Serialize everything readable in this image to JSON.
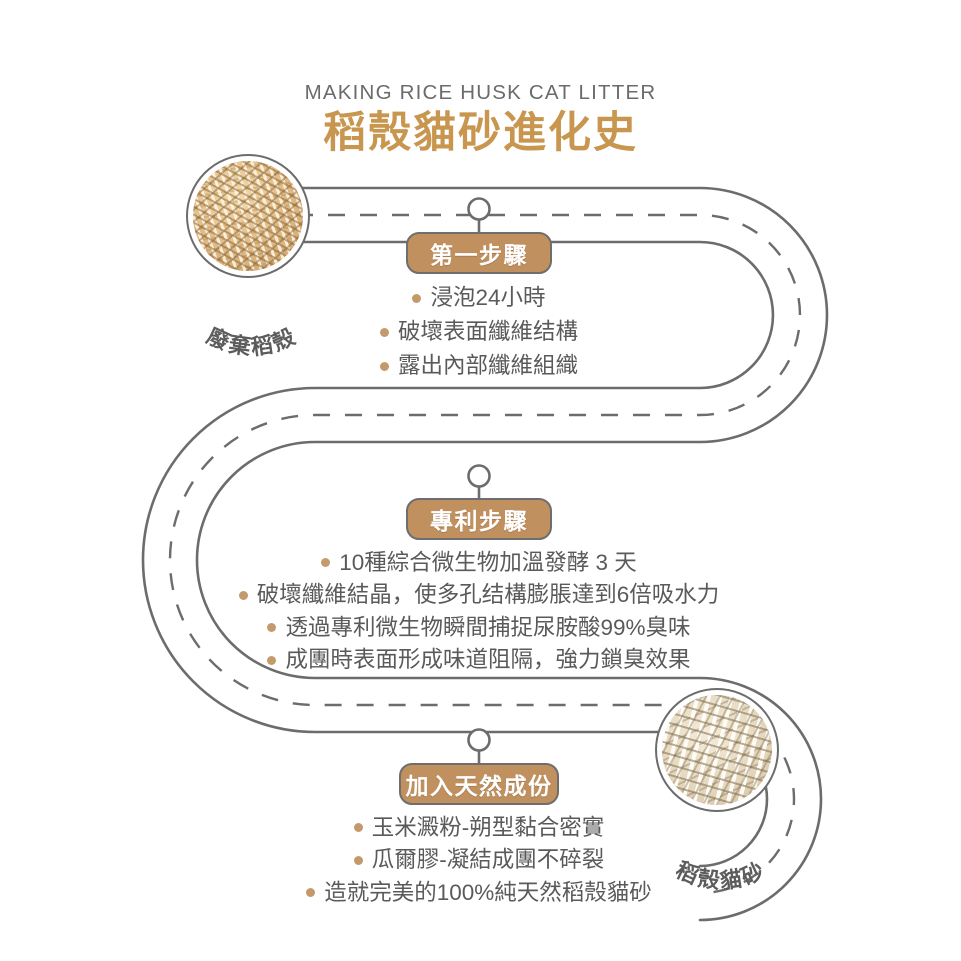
{
  "header": {
    "eyebrow": "MAKING RICE HUSK CAT LITTER",
    "title": "稻殼貓砂進化史"
  },
  "colors": {
    "accent_gold": "#c8964e",
    "badge_fill": "#c0905f",
    "road_stroke": "#6c6c6c",
    "bullet_dot": "#c49a6c",
    "body_text": "#5a5a5a",
    "eyebrow_text": "#6b6b6b",
    "badge_text": "#ffffff"
  },
  "nodes": {
    "start": {
      "caption": "廢棄稻殼",
      "texture": "rice-husk-photo"
    },
    "end": {
      "caption": "稻殼貓砂",
      "texture": "cat-litter-pellets-photo"
    }
  },
  "steps": [
    {
      "id": "step-1",
      "badge": "第一步驟",
      "bullets": [
        "浸泡24小時",
        "破壞表面纖維结構",
        "露出內部纖維組織"
      ]
    },
    {
      "id": "step-2",
      "badge": "專利步驟",
      "bullets": [
        "10種綜合微生物加溫發酵 3 天",
        "破壞纖維結晶，使多孔结構膨脹達到6倍吸水力",
        "透過專利微生物瞬間捕捉尿胺酸99%臭味",
        "成團時表面形成味道阻隔，強力鎖臭效果"
      ]
    },
    {
      "id": "step-3",
      "badge": "加入天然成份",
      "bullets": [
        "玉米澱粉-朔型黏合密實",
        "瓜爾膠-凝結成團不碎裂",
        "造就完美的100%純天然稻殼貓砂"
      ]
    }
  ]
}
